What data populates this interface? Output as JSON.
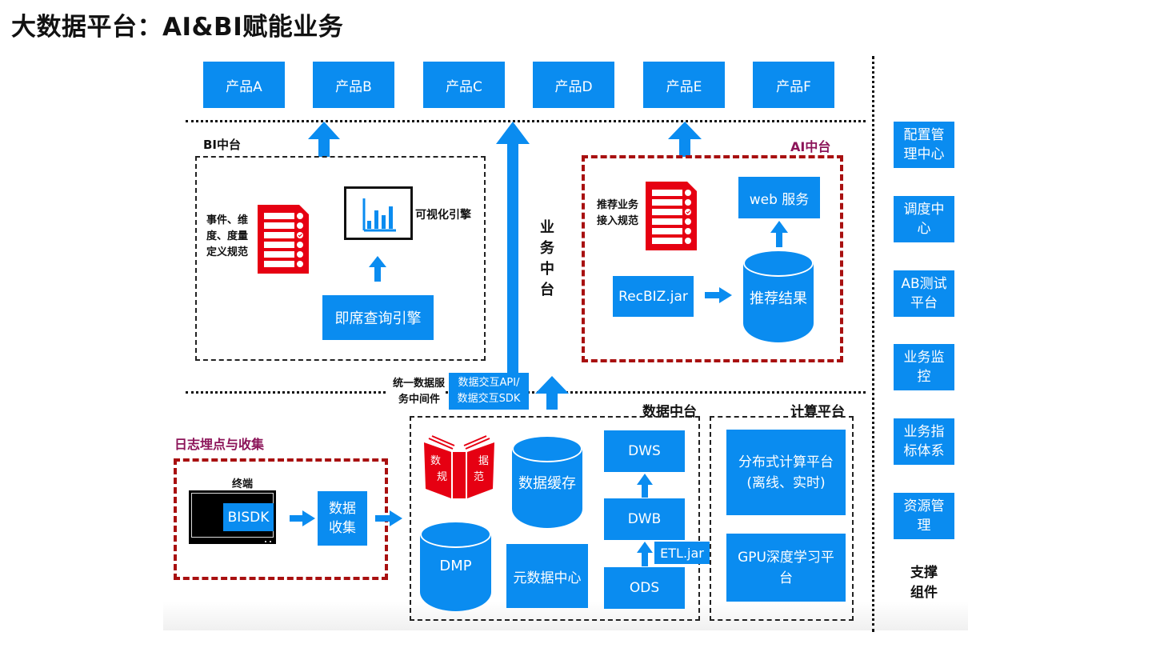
{
  "title": "大数据平台：AI&BI赋能业务",
  "colors": {
    "primary_blue": "#0a8cf0",
    "alert_red": "#e60012",
    "dash_red": "#a81010",
    "label_purple": "#8c1459"
  },
  "products": [
    "产品A",
    "产品B",
    "产品C",
    "产品D",
    "产品E",
    "产品F"
  ],
  "bi_platform": {
    "title": "BI中台",
    "spec_label_lines": [
      "事件、维",
      "度、度量",
      "定义规范"
    ],
    "visual_engine_label": "可视化引擎",
    "adhoc_engine": "即席查询引擎"
  },
  "business_platform": {
    "label_chars": [
      "业",
      "务",
      "中",
      "台"
    ]
  },
  "ai_platform": {
    "title": "AI中台",
    "spec_label_lines": [
      "推荐业务",
      "接入规范"
    ],
    "web_service": "web 服务",
    "rec_jar": "RecBIZ.jar",
    "rec_result": "推荐结果"
  },
  "middleware": {
    "label_lines": [
      "统一数据服",
      "务中间件"
    ],
    "api_lines": [
      "数据交互API/",
      "数据交互SDK"
    ]
  },
  "log_collection": {
    "title": "日志埋点与收集",
    "terminal_label": "终端",
    "sdk": "BISDK",
    "collect_lines": [
      "数据",
      "收集"
    ]
  },
  "data_platform": {
    "title": "数据中台",
    "book_chars": [
      "数",
      "据",
      "规",
      "范"
    ],
    "cache": "数据缓存",
    "dmp": "DMP",
    "metadata": "元数据中心",
    "dws": "DWS",
    "dwb": "DWB",
    "ods": "ODS",
    "etl": "ETL.jar"
  },
  "compute_platform": {
    "title": "计算平台",
    "distributed_lines": [
      "分布式计算平台",
      "(离线、实时)"
    ],
    "gpu_lines": [
      "GPU深度学习平",
      "台"
    ]
  },
  "support_components": {
    "items": [
      [
        "配置管",
        "理中心"
      ],
      [
        "调度中",
        "心"
      ],
      [
        "AB测试",
        "平台"
      ],
      [
        "业务监",
        "控"
      ],
      [
        "业务指",
        "标体系"
      ],
      [
        "资源管",
        "理"
      ]
    ],
    "label_lines": [
      "支撑",
      "组件"
    ]
  }
}
